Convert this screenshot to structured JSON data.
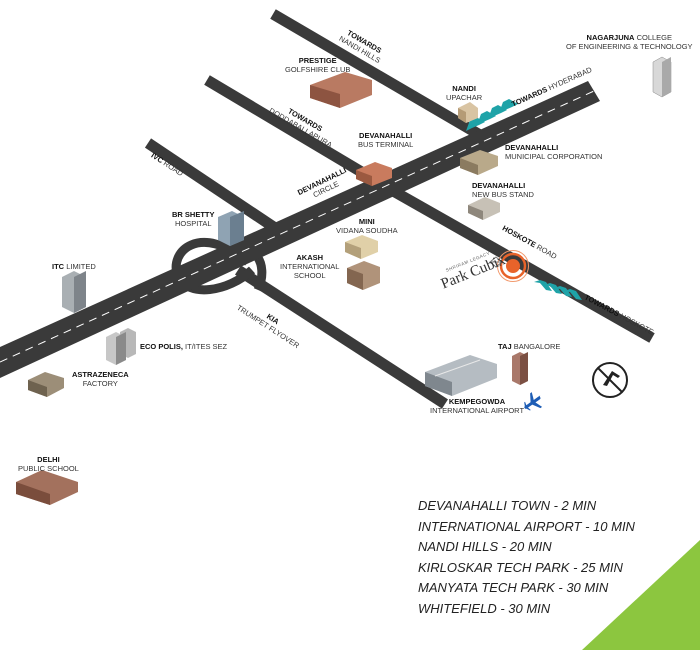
{
  "towards": {
    "nandi_hills": [
      "TOWARDS",
      "NANDI HILLS"
    ],
    "doddaballapura": [
      "TOWARDS",
      "DODDABALLAPURA"
    ],
    "hyderabad": [
      "TOWARDS",
      "HYDERABAD"
    ],
    "hoskote": [
      "TOWARDS",
      "HOSKOTE"
    ]
  },
  "roads": {
    "ivc": [
      "IVC",
      "ROAD"
    ],
    "hoskote": [
      "HOSKOTE",
      "ROAD"
    ],
    "kia_flyover": [
      "KIA",
      "TRUMPET FLYOVER"
    ]
  },
  "circle": [
    "DEVANAHALLI",
    "CIRCLE"
  ],
  "landmarks": {
    "prestige": [
      "PRESTIGE",
      "GOLFSHIRE CLUB"
    ],
    "nandi_upachar": [
      "NANDI",
      "UPACHAR"
    ],
    "nagarjuna": [
      "NAGARJUNA",
      "COLLEGE",
      "OF ENGINEERING & TECHNOLOGY"
    ],
    "bus_terminal": [
      "DEVANAHALLI",
      "BUS TERMINAL"
    ],
    "municipal": [
      "DEVANAHALLI",
      "MUNICIPAL CORPORATION"
    ],
    "new_bus_stand": [
      "DEVANAHALLI",
      "NEW BUS STAND"
    ],
    "br_shetty": [
      "BR SHETTY",
      "HOSPITAL"
    ],
    "mini_vidana": [
      "MINI",
      "VIDANA SOUDHA"
    ],
    "akash": [
      "AKASH",
      "INTERNATIONAL",
      "SCHOOL"
    ],
    "itc": [
      "ITC",
      "LIMITED"
    ],
    "eco_polis": [
      "ECO POLIS,",
      "IT/ITES SEZ"
    ],
    "astrazeneca": [
      "ASTRAZENECA",
      "FACTORY"
    ],
    "taj": [
      "TAJ",
      "BANGALORE"
    ],
    "kempegowda": [
      "KEMPEGOWDA",
      "INTERNATIONAL AIRPORT"
    ],
    "dps": [
      "DELHI",
      "PUBLIC SCHOOL"
    ]
  },
  "project": {
    "name": "Park Cubix",
    "brand": "SHRIRAM LEGACY"
  },
  "distances": [
    "DEVANAHALLI TOWN - 2 MIN",
    "INTERNATIONAL AIRPORT - 10 MIN",
    "NANDI HILLS - 20 MIN",
    "KIRLOSKAR TECH PARK - 25 MIN",
    "MANYATA TECH PARK - 30 MIN",
    "WHITEFIELD - 30 MIN"
  ],
  "colors": {
    "road": "#3a3a3a",
    "arrow": "#1fa3a8",
    "project": "#e8632a",
    "accent_green": "#8cc63f",
    "airport_icon": "#1e5db5"
  },
  "icons": {
    "airport": "airplane-icon",
    "no_fly": "no-fly-zone-icon",
    "project_marker": "location-target-icon"
  }
}
